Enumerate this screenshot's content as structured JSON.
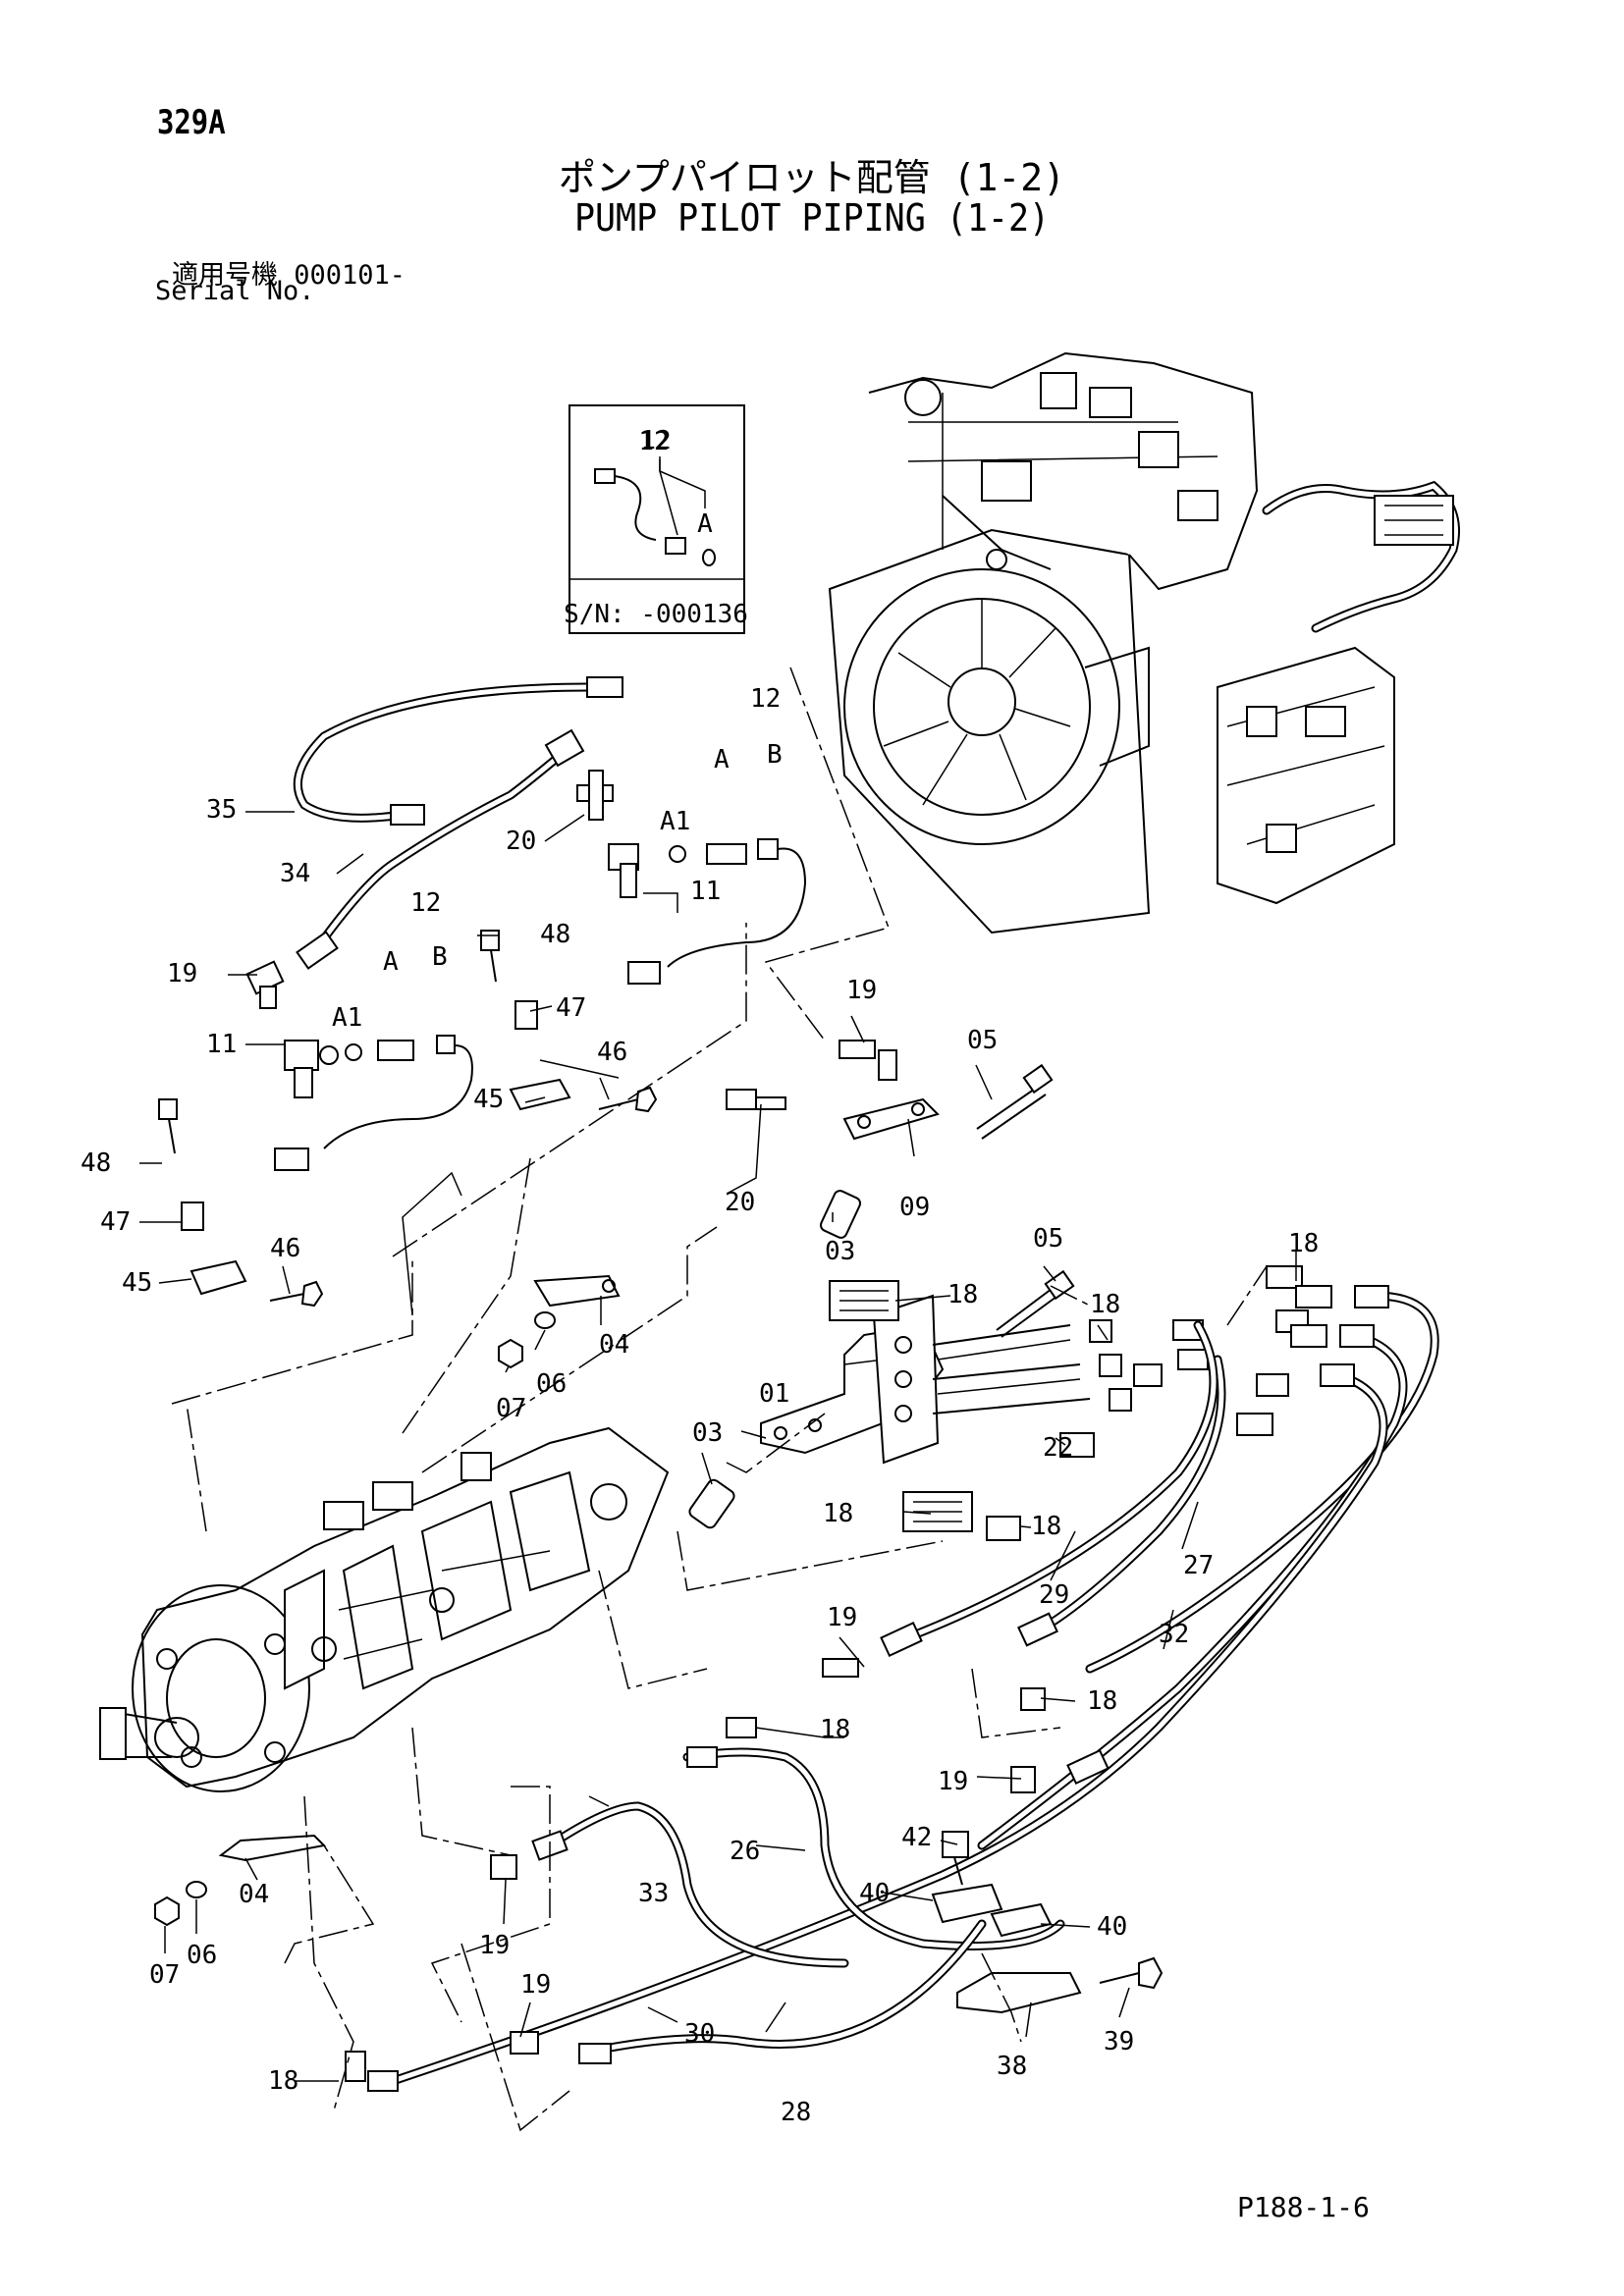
{
  "header": {
    "page_no": "329A",
    "title_jp": "ポンプパイロット配管 (1-2)",
    "title_en": "PUMP PILOT PIPING (1-2)",
    "serial_jp": "適用号機  000101-",
    "serial_en": "Serial No."
  },
  "inset": {
    "part_no": "12",
    "letter": "A",
    "serial_note": "S/N: -000136"
  },
  "callouts": {
    "c01": "01",
    "c03a": "03",
    "c03b": "03",
    "c04a": "04",
    "c04b": "04",
    "c05a": "05",
    "c05b": "05",
    "c06a": "06",
    "c06b": "06",
    "c07a": "07",
    "c07b": "07",
    "c09": "09",
    "c11a": "11",
    "c11b": "11",
    "c12a": "12",
    "c12b": "12",
    "cA1a": "A1",
    "cA1b": "A1",
    "cAa": "A",
    "cBa": "B",
    "cAb": "A",
    "cBb": "B",
    "c18a": "18",
    "c18b": "18",
    "c18c": "18",
    "c18d": "18",
    "c18e": "18",
    "c18f": "18",
    "c18g": "18",
    "c18h": "18",
    "c19a": "19",
    "c19b": "19",
    "c19c": "19",
    "c19d": "19",
    "c19e": "19",
    "c19f": "19",
    "c20a": "20",
    "c20b": "20",
    "c22": "22",
    "c26": "26",
    "c27": "27",
    "c28": "28",
    "c29": "29",
    "c30": "30",
    "c32": "32",
    "c33": "33",
    "c34": "34",
    "c35": "35",
    "c38": "38",
    "c39": "39",
    "c40a": "40",
    "c40b": "40",
    "c42": "42",
    "c45a": "45",
    "c45b": "45",
    "c46a": "46",
    "c46b": "46",
    "c47a": "47",
    "c47b": "47",
    "c48a": "48",
    "c48b": "48"
  },
  "footer": {
    "page_ref": "P188-1-6"
  }
}
